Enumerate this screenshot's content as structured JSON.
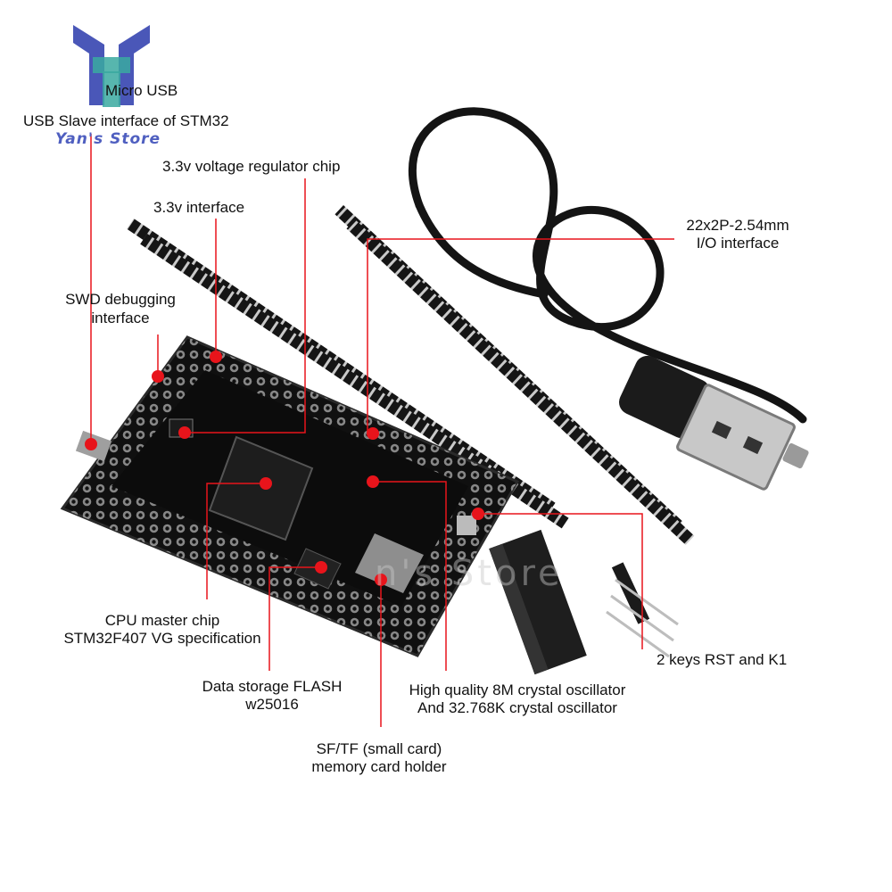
{
  "brand": {
    "store_name": "Yan's Store",
    "watermark": "n's Store"
  },
  "colors": {
    "callout": "#e8141b",
    "board": "#111111",
    "logo_blue": "#4a57b8",
    "logo_teal": "#3aa9a0"
  },
  "callouts": {
    "micro_usb": {
      "title": "Micro USB",
      "desc": "USB Slave interface of STM32"
    },
    "regulator": "3.3v voltage regulator chip",
    "interface_3v3": "3.3v interface",
    "swd": {
      "line1": "SWD debugging",
      "line2": "interface"
    },
    "io": {
      "line1": "22x2P-2.54mm",
      "line2": "I/O interface"
    },
    "cpu": {
      "line1": "CPU master chip",
      "line2": "STM32F407 VG specification"
    },
    "flash": {
      "line1": "Data storage FLASH",
      "line2": "w25016"
    },
    "crystal": {
      "line1": "High quality 8M crystal oscillator",
      "line2": "And 32.768K crystal oscillator"
    },
    "keys": "2 keys RST and K1",
    "card": {
      "line1": "SF/TF (small card)",
      "line2": "memory card holder"
    }
  }
}
